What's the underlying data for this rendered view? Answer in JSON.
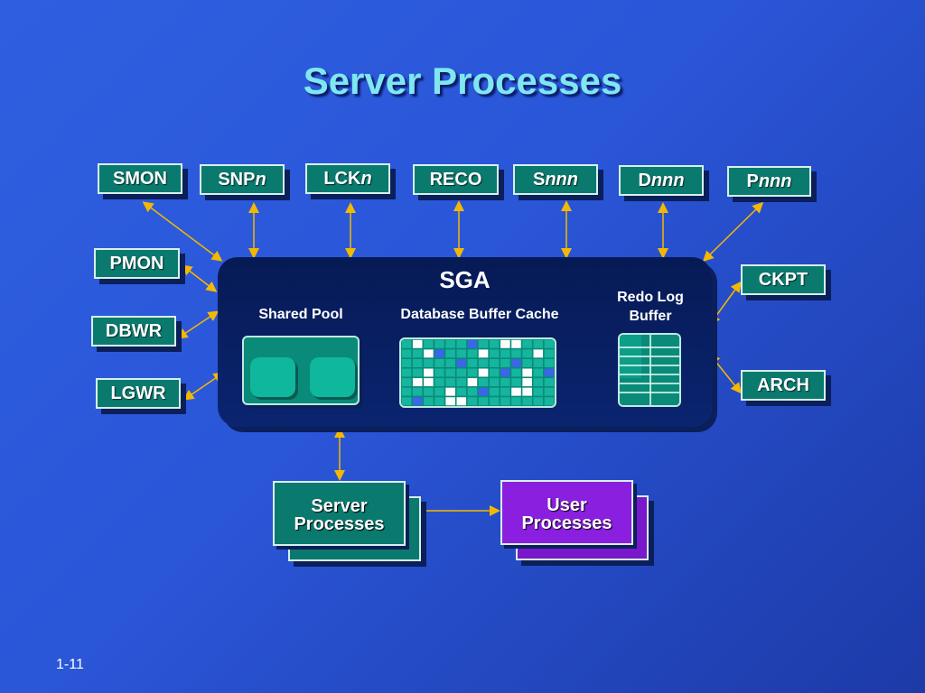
{
  "slide": {
    "title": "Server Processes",
    "page_number": "1-11"
  },
  "processes": {
    "smon": "SMON",
    "snpn_base": "SNP",
    "snpn_suffix": "n",
    "lckn_base": "LCK",
    "lckn_suffix": "n",
    "reco": "RECO",
    "snnn_base": "S",
    "snnn_suffix": "nnn",
    "dnnn_base": "D",
    "dnnn_suffix": "nnn",
    "pnnn_base": "P",
    "pnnn_suffix": "nnn",
    "pmon": "PMON",
    "dbwr": "DBWR",
    "lgwr": "LGWR",
    "ckpt": "CKPT",
    "arch": "ARCH"
  },
  "sga": {
    "title": "SGA",
    "shared_pool": "Shared Pool",
    "buffer_cache": "Database Buffer Cache",
    "redo_log_line1": "Redo Log",
    "redo_log_line2": "Buffer"
  },
  "bottom": {
    "server_line1": "Server",
    "server_line2": "Processes",
    "user_line1": "User",
    "user_line2": "Processes"
  },
  "colors": {
    "process_box": "#0a7a6e",
    "user_box": "#8a1fe0",
    "arrow": "#f5b800",
    "title": "#7fe7f0"
  }
}
